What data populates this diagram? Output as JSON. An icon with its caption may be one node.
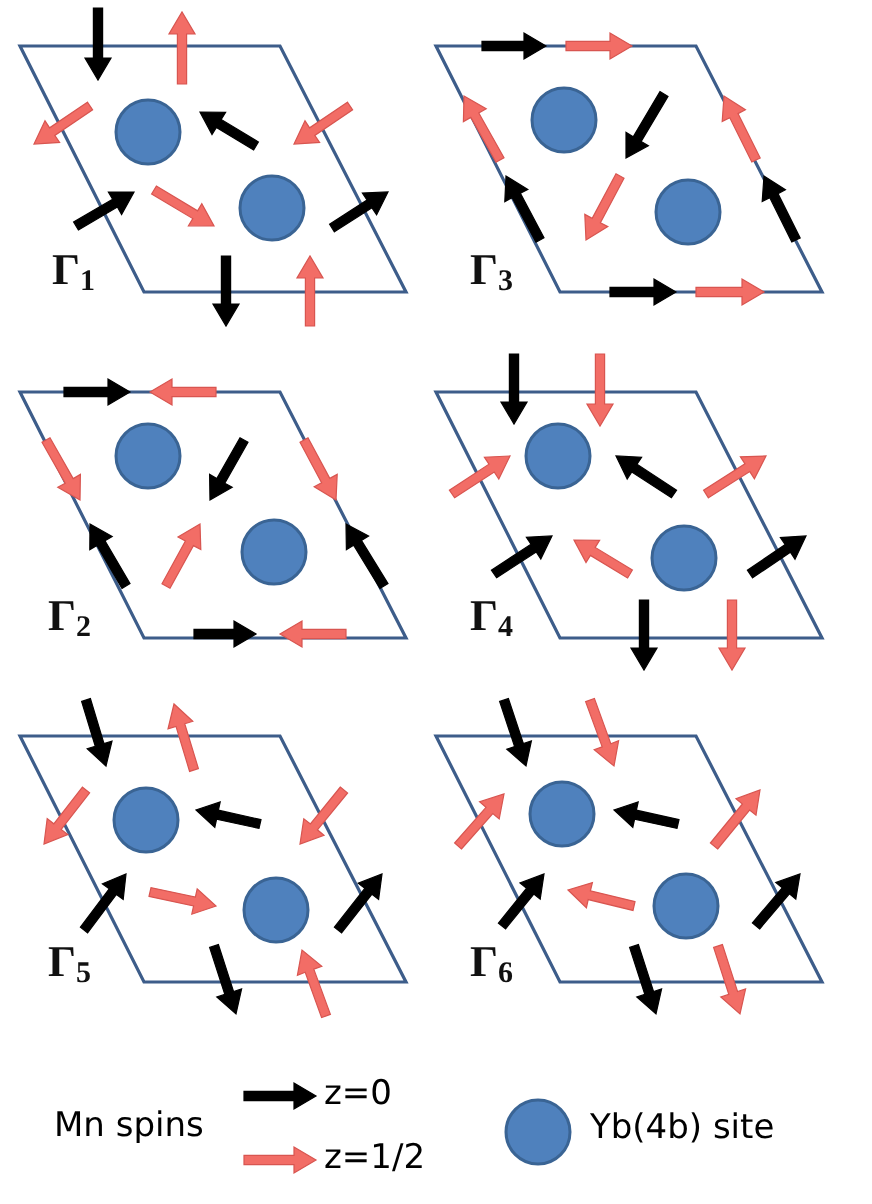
{
  "diagram": {
    "labels": [
      "Γ$_{1}$",
      "Γ$_{3}$",
      "Γ$_{2}$",
      "Γ$_{4}$",
      "Γ$_{5}$",
      "Γ$_{6}$",
      "Mn spins"
    ],
    "legend": [
      {
        "text": "z=0"
      },
      {
        "text": "z=1/2"
      },
      {
        "text": "Yb(4b) site"
      }
    ]
  }
}
